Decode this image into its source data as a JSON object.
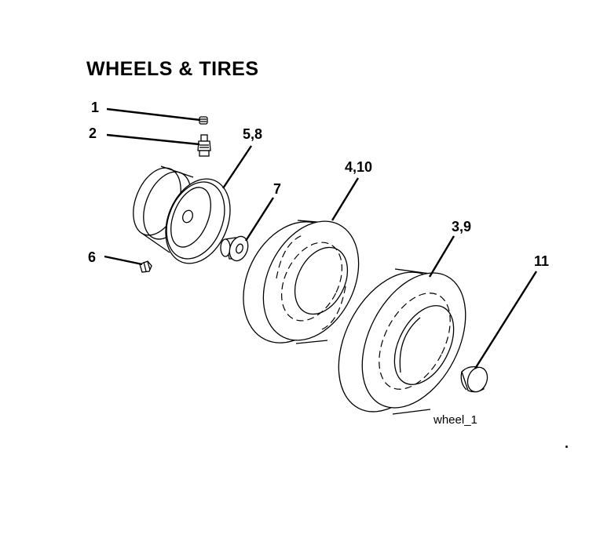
{
  "title": "WHEELS & TIRES",
  "callouts": {
    "c1": "1",
    "c2": "2",
    "c58": "5,8",
    "c7": "7",
    "c410": "4,10",
    "c39": "3,9",
    "c6": "6",
    "c11": "11"
  },
  "caption": "wheel_1",
  "mark": "."
}
